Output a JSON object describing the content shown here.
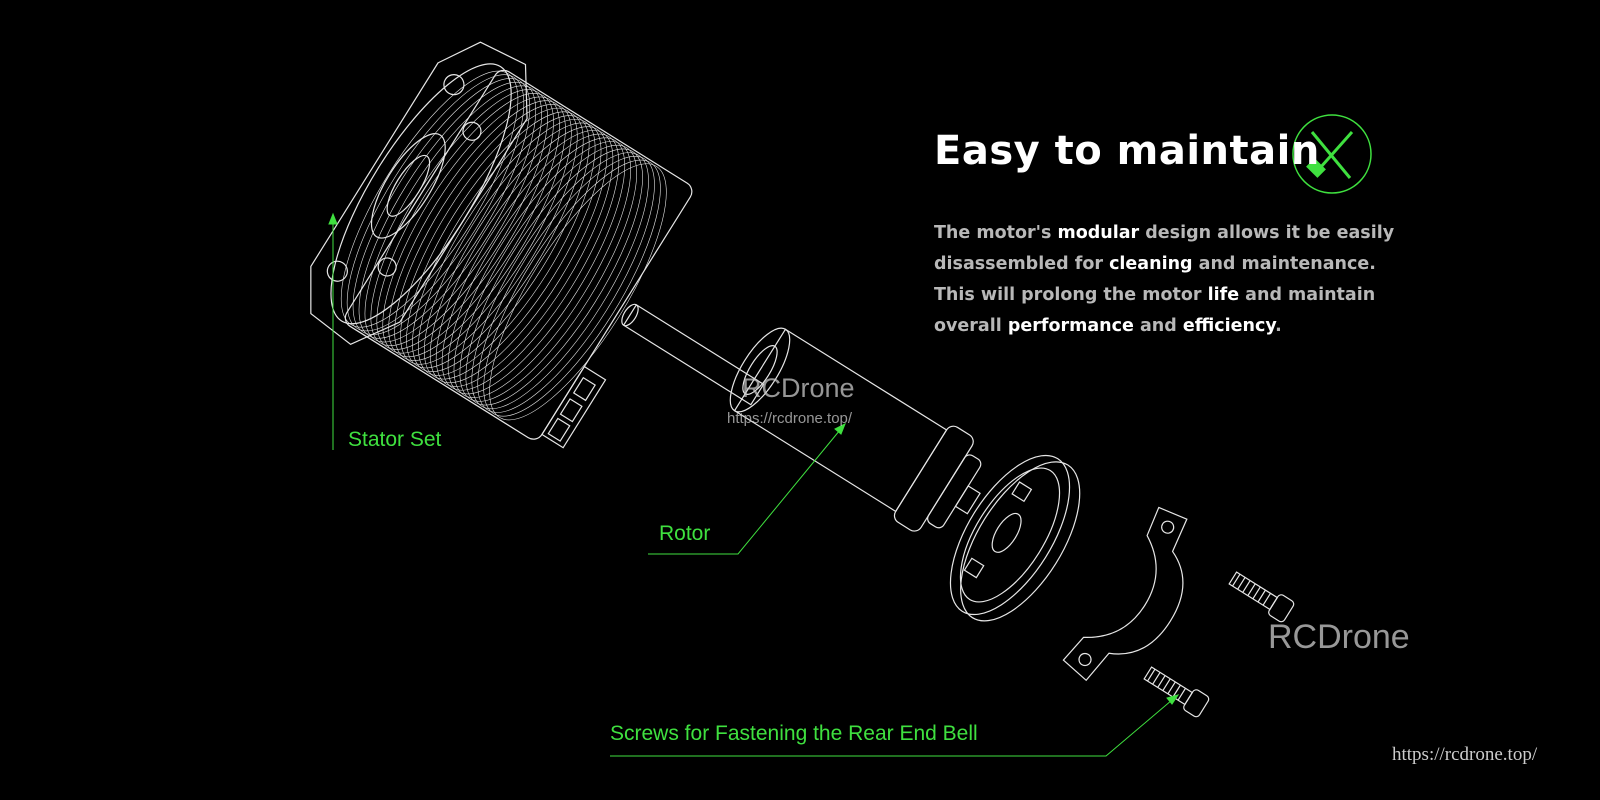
{
  "heading": {
    "title": "Easy to maintain",
    "icon": "tools-icon",
    "accent": "#3fe03f"
  },
  "description": {
    "line1": [
      "The motor's ",
      "modular",
      " design allows it be easily"
    ],
    "line2": [
      "disassembled for ",
      "cleaning",
      " and maintenance."
    ],
    "line3": [
      "This will prolong the motor ",
      "life",
      " and maintain"
    ],
    "line4": [
      "overall ",
      "performance",
      " and ",
      "efficiency",
      "."
    ]
  },
  "labels": {
    "stator": "Stator Set",
    "rotor": "Rotor",
    "screws": "Screws for Fastening the Rear End Bell"
  },
  "watermarks": {
    "center_brand": "RCDrone",
    "center_url": "https://rcdrone.top/",
    "right_brand": "RCDrone",
    "corner_url": "https://rcdrone.top/"
  },
  "colors": {
    "background": "#000000",
    "label_green": "#3fe03f",
    "line_art": "#e6e6e6"
  }
}
